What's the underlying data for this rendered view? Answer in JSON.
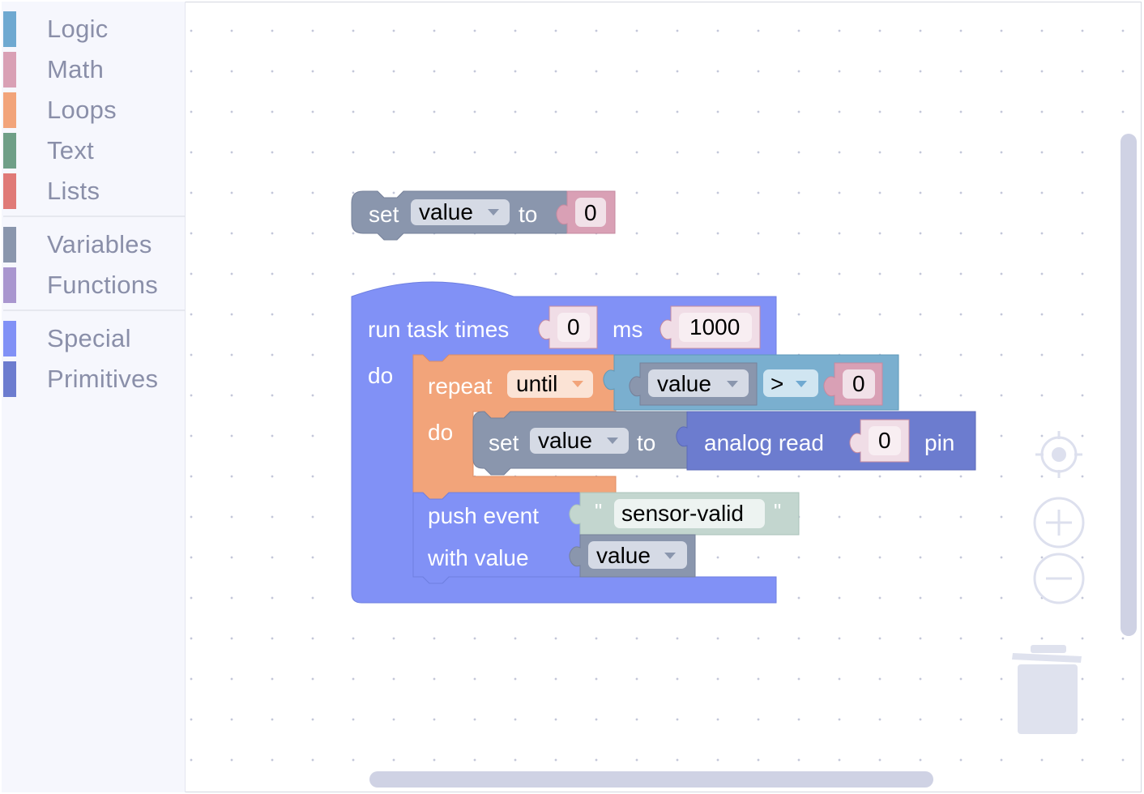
{
  "toolbox": {
    "categories": [
      {
        "label": "Logic",
        "color": "#6fa9d1"
      },
      {
        "label": "Math",
        "color": "#d9a0b5"
      },
      {
        "label": "Loops",
        "color": "#f2a47a"
      },
      {
        "label": "Text",
        "color": "#6f9f87"
      },
      {
        "label": "Lists",
        "color": "#e07a77"
      },
      {
        "label": "Variables",
        "color": "#8a96ad"
      },
      {
        "label": "Functions",
        "color": "#a996cf"
      },
      {
        "label": "Special",
        "color": "#8191f6"
      },
      {
        "label": "Primitives",
        "color": "#6c7ccf"
      }
    ]
  },
  "blocks": {
    "set_block_1": {
      "set": "set",
      "var": "value",
      "to": "to",
      "num": "0"
    },
    "run_task": {
      "label": "run task times",
      "num1": "0",
      "ms": "ms",
      "num2": "1000",
      "do": "do"
    },
    "repeat": {
      "label": "repeat",
      "mode": "until",
      "do": "do"
    },
    "compare": {
      "var": "value",
      "op": ">",
      "num": "0"
    },
    "set_block_2": {
      "set": "set",
      "var": "value",
      "to": "to"
    },
    "analog_read": {
      "label": "analog read",
      "num": "0",
      "pin": "pin"
    },
    "push_event": {
      "label": "push event",
      "quote_open": "\"",
      "text": "sensor-valid",
      "quote_close": "\"",
      "with_value": "with value",
      "var": "value"
    }
  },
  "controls": {
    "center_icon": "crosshair-icon",
    "zoom_in_icon": "zoom-in-icon",
    "zoom_out_icon": "zoom-out-icon",
    "trash_icon": "trash-icon"
  },
  "colors": {
    "variables": "#8a96ad",
    "math": "#d9a0b5",
    "loops": "#f2a47a",
    "logic": "#6fa9d1",
    "text": "#c3d6cf",
    "special": "#8191f6",
    "primitives": "#6c7ccf"
  }
}
